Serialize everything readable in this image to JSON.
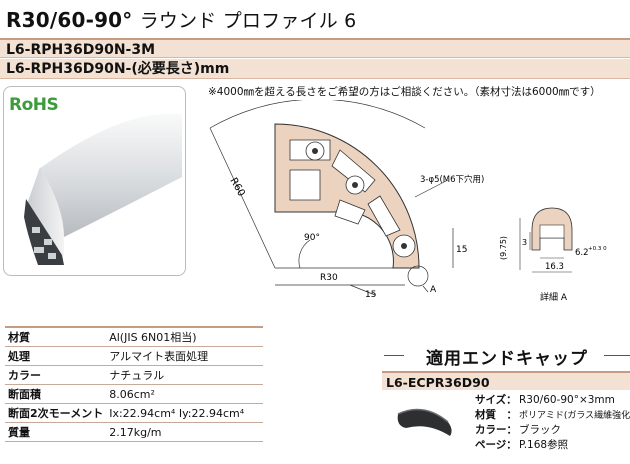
{
  "header": {
    "title": "R30/60-90°",
    "title_jp": "ラウンド プロファイル 6"
  },
  "part_numbers": [
    "L6-RPH36D90N-3M",
    "L6-RPH36D90N-(必要長さ)mm"
  ],
  "note": "※4000㎜を超える長さをご希望の方はご相談ください。（素材寸法は6000㎜です）",
  "logo": "RoHS",
  "drawing": {
    "labels": {
      "r60": "R60",
      "angle": "90°",
      "r30": "R30",
      "dim15a": "15",
      "dim15b": "15",
      "hole": "3-φ5(M6下穴用)",
      "detail_mark": "A",
      "detail_title": "詳細 A",
      "d975": "(9.75)",
      "d3": "3",
      "d62": "6.2",
      "d62tol": "+0.3 0",
      "d163": "16.3"
    }
  },
  "specs": [
    {
      "key": "材質",
      "value": "Al(JIS 6N01相当)"
    },
    {
      "key": "処理",
      "value": "アルマイト表面処理"
    },
    {
      "key": "カラー",
      "value": "ナチュラル"
    },
    {
      "key": "断面積",
      "value": "8.06cm²"
    },
    {
      "key": "断面2次モーメント",
      "value": "Ix:22.94cm⁴  Iy:22.94cm⁴"
    },
    {
      "key": "質量",
      "value": "2.17kg/m"
    }
  ],
  "endcap": {
    "title": "適用エンドキャップ",
    "part_number": "L6-ECPR36D90",
    "specs": [
      {
        "key": "サイズ：",
        "value": "R30/60-90°×3mm"
      },
      {
        "key": "材質　：",
        "value": "ポリアミド(ガラス繊維強化)"
      },
      {
        "key": "カラー：",
        "value": "ブラック"
      },
      {
        "key": "ページ：",
        "value": "P.168参照"
      }
    ]
  },
  "colors": {
    "accent_band": "#f3e2d3",
    "accent_line": "#c59b82",
    "profile_fill": "#ecd3c0",
    "rohs_green": "#3d9b3b"
  }
}
